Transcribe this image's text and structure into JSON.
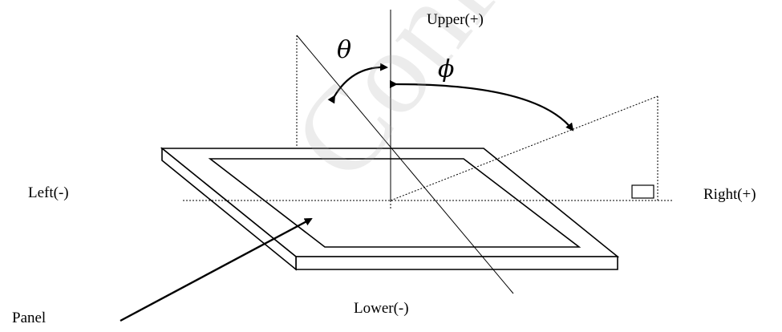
{
  "labels": {
    "upper": "Upper(+)",
    "lower": "Lower(-)",
    "left": "Left(-)",
    "right": "Right(+)",
    "panel": "Panel",
    "theta": "θ",
    "phi": "ϕ"
  },
  "watermark": "Confidential",
  "colors": {
    "line": "#000000",
    "watermark": "#aaaaaa"
  }
}
